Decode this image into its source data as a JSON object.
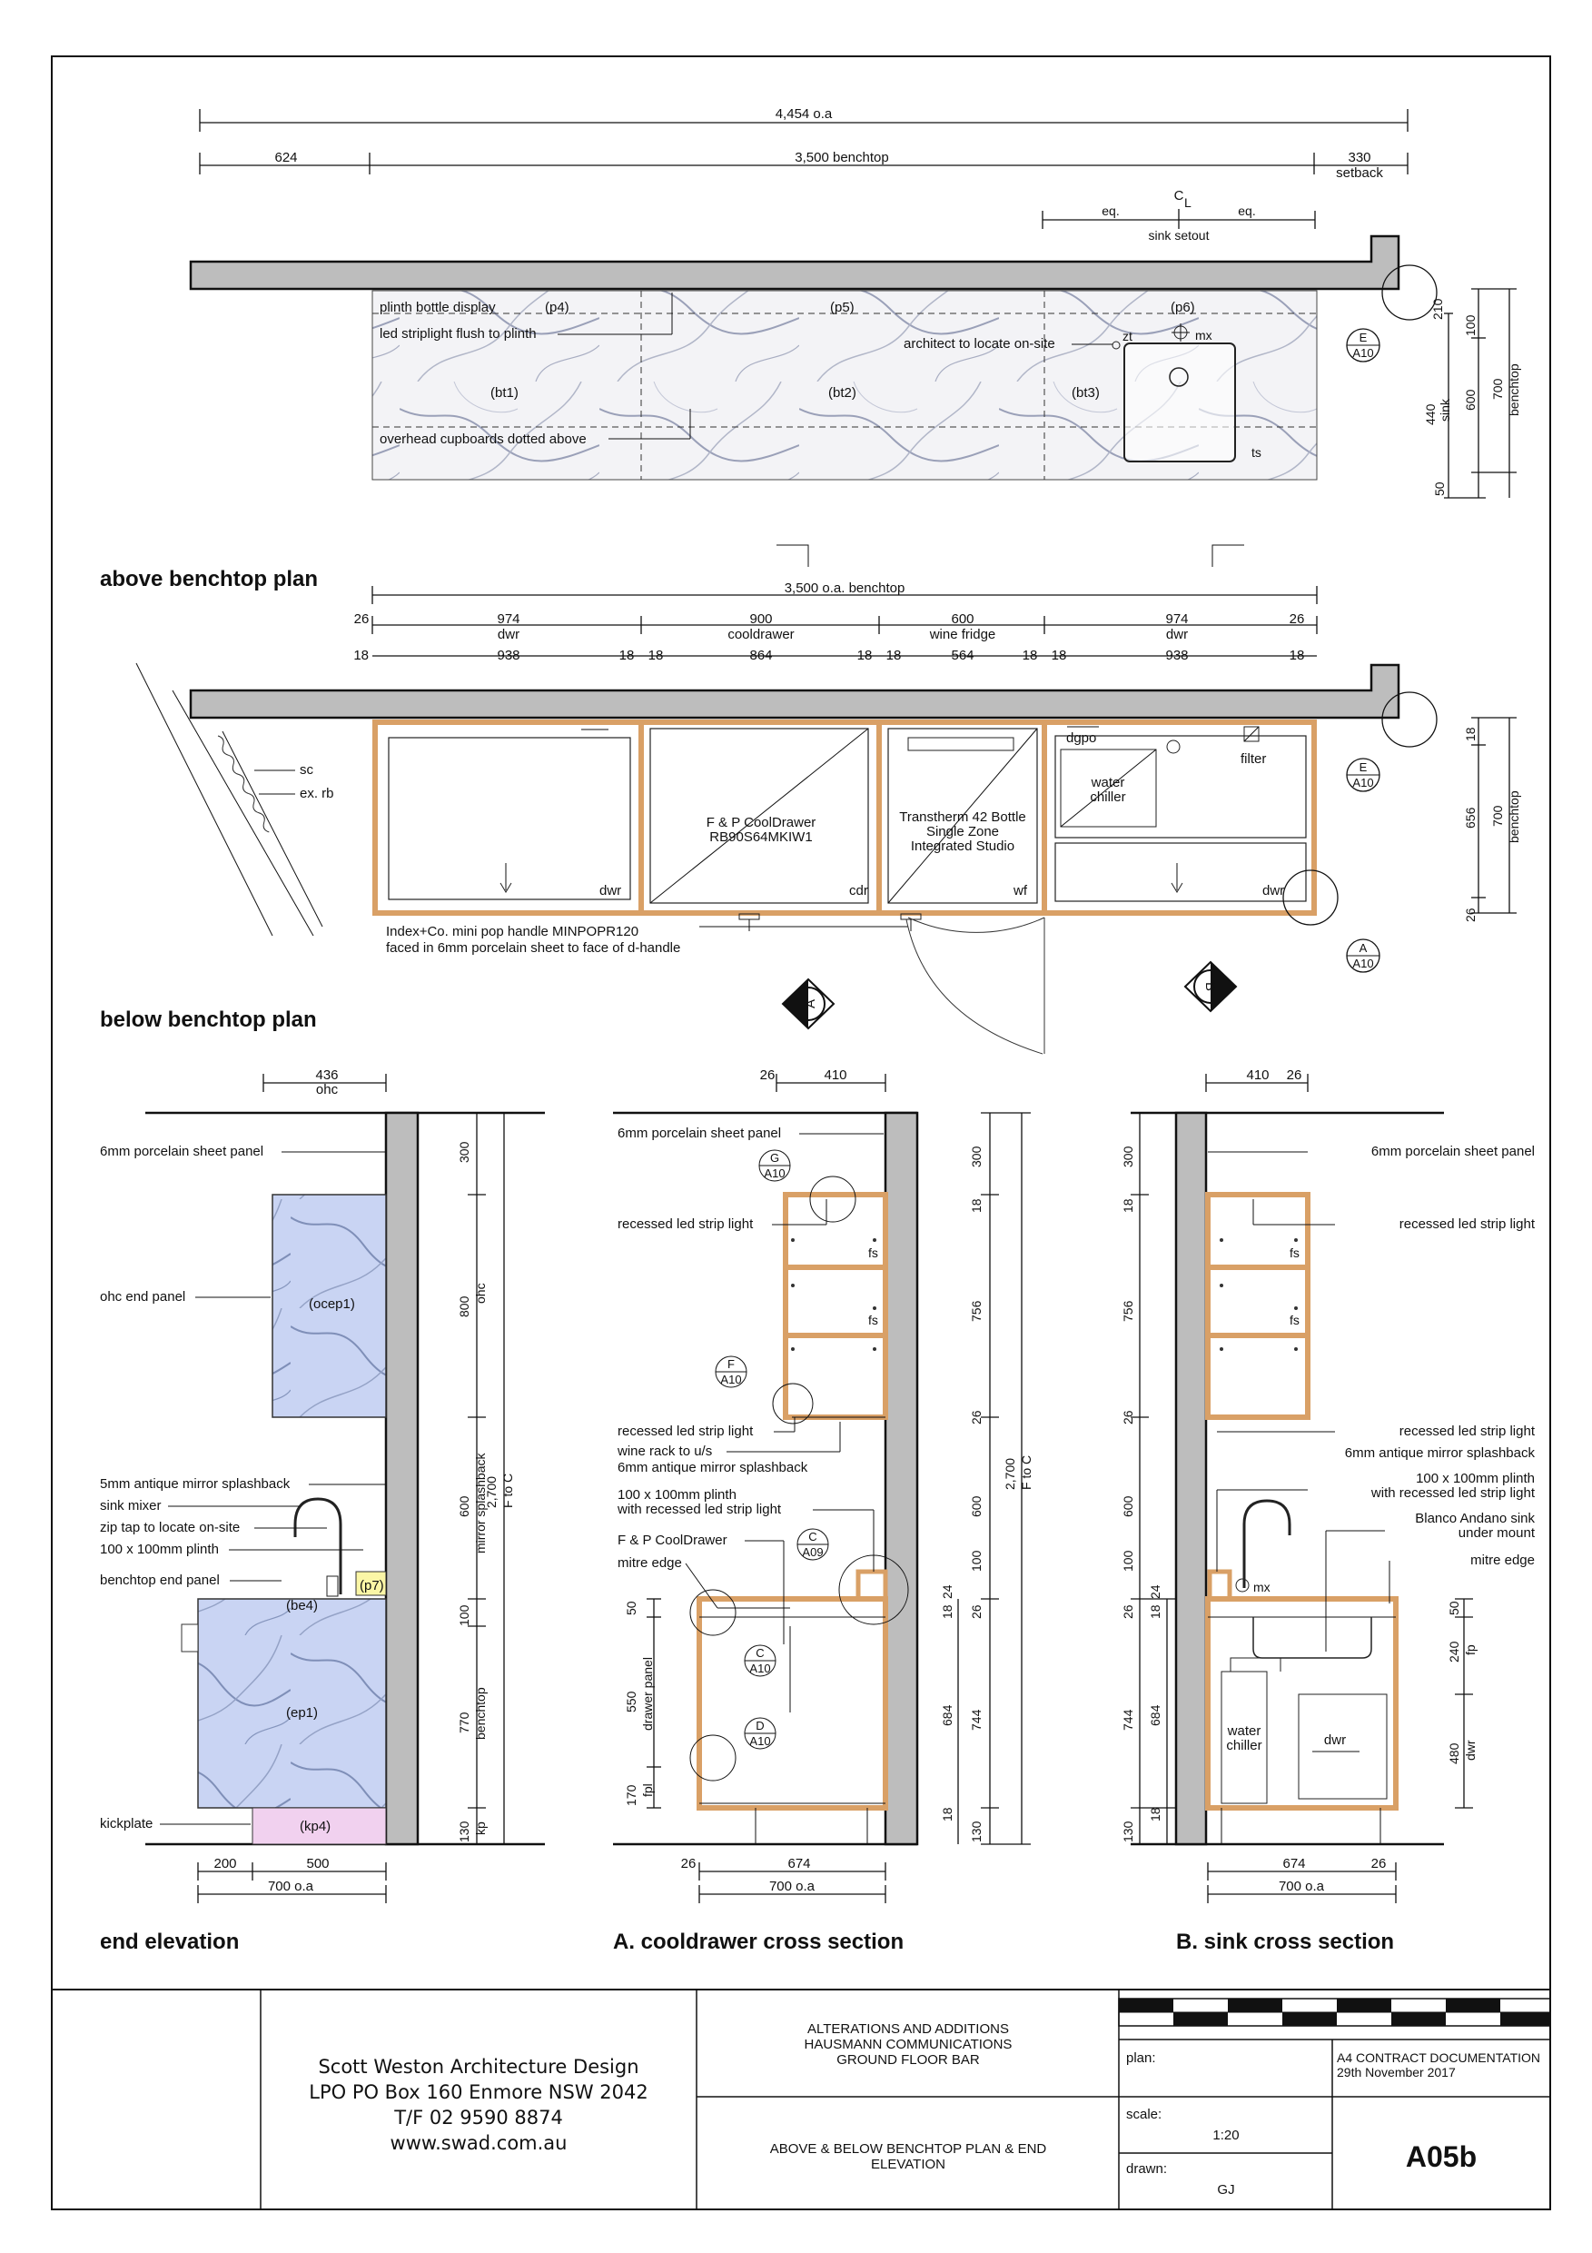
{
  "top_plan": {
    "dim_overall": "4,454 o.a",
    "dim_left": "624",
    "dim_benchtop": "3,500 benchtop",
    "dim_right": "330",
    "dim_setback": "setback",
    "centerline": "C",
    "centerline_sub": "L",
    "eq1": "eq.",
    "eq2": "eq.",
    "sink_setout": "sink setout",
    "note_plinth_display": "plinth bottle display",
    "note_led": "led striplight flush to plinth",
    "note_overhead": "overhead cupboards dotted above",
    "note_architect": "architect to locate on-site",
    "p4": "(p4)",
    "p5": "(p5)",
    "p6": "(p6)",
    "bt1": "(bt1)",
    "bt2": "(bt2)",
    "bt3": "(bt3)",
    "zt": "zt",
    "mx": "mx",
    "ts": "ts",
    "callout_letter": "E",
    "callout_sheet": "A10",
    "v210": "210",
    "v100": "100",
    "v440": "440",
    "v_sink": "sink",
    "v600": "600",
    "v700": "700",
    "v_benchtop": "benchtop",
    "v50": "50",
    "title": "above benchtop plan"
  },
  "below_plan": {
    "dim_overall": "3,500 o.a. benchtop",
    "d26a": "26",
    "d974a": "974",
    "dwr_a": "dwr",
    "d900": "900",
    "cooldrawer": "cooldrawer",
    "d600": "600",
    "wine_fridge": "wine fridge",
    "d974b": "974",
    "dwr_b": "dwr",
    "d26b": "26",
    "d18_1": "18",
    "d938a": "938",
    "d18_2": "18",
    "d18_3": "18",
    "d864": "864",
    "d18_4": "18",
    "d18_5": "18",
    "d564": "564",
    "d18_6": "18",
    "d18_7": "18",
    "d938b": "938",
    "d18_8": "18",
    "sc": "sc",
    "ex_rb": "ex. rb",
    "coold_l1": "F & P CoolDrawer",
    "coold_l2": "RB90S64MKIW1",
    "wf_l1": "Transtherm 42 Bottle",
    "wf_l2": "Single Zone",
    "wf_l3": "Integrated Studio",
    "dgpo": "dgpo",
    "filter": "filter",
    "water": "water",
    "chiller": "chiller",
    "dwr1": "dwr",
    "cdr": "cdr",
    "wf": "wf",
    "dwr2": "dwr",
    "handle_1": "Index+Co. mini pop handle MINPOPR120",
    "handle_2": "faced in 6mm porcelain sheet to face of d-handle",
    "callE": "E",
    "callE_s": "A10",
    "callA": "A",
    "callA_s": "A10",
    "secA": "A",
    "secB": "B",
    "v18": "18",
    "v656": "656",
    "v700": "700",
    "v_benchtop": "benchtop",
    "v26": "26",
    "title": "below benchtop plan"
  },
  "end_elev": {
    "d436": "436",
    "ohc": "ohc",
    "n_porcelain": "6mm porcelain sheet panel",
    "n_ohc_end": "ohc end panel",
    "ocep1": "(ocep1)",
    "n_mirror": "5mm antique mirror splashback",
    "n_sink_mixer": "sink mixer",
    "n_zip": "zip tap to locate on-site",
    "n_plinth": "100 x 100mm plinth",
    "n_bench_end": "benchtop end panel",
    "be4": "(be4)",
    "p7": "(p7)",
    "ep1": "(ep1)",
    "n_kick": "kickplate",
    "kp4": "(kp4)",
    "v300": "300",
    "v800": "800",
    "v_ohc": "ohc",
    "v600": "600",
    "v_mirror": "mirror splashback",
    "v100": "100",
    "v770": "770",
    "v_bench": "benchtop",
    "v130": "130",
    "v_kp": "kp",
    "v2700": "2,700",
    "v_ftoc": "F to C",
    "d200": "200",
    "d500": "500",
    "d700": "700 o.a",
    "title": "end elevation"
  },
  "sec_a": {
    "d26": "26",
    "d410": "410",
    "n_porcelain": "6mm porcelain sheet panel",
    "callG": "G",
    "callG_s": "A10",
    "n_led1": "recessed led strip light",
    "fs1": "fs",
    "fs2": "fs",
    "callF": "F",
    "callF_s": "A10",
    "n_led2": "recessed led strip light",
    "n_wine": "wine rack to u/s",
    "n_mirror": "6mm antique mirror splashback",
    "n_plinth1": "100 x 100mm plinth",
    "n_plinth2": "with recessed led strip light",
    "n_coold": "F & P CoolDrawer",
    "n_mitre": "mitre edge",
    "callC1": "C",
    "callC1_s": "A09",
    "callC2": "C",
    "callC2_s": "A10",
    "callD": "D",
    "callD_s": "A10",
    "v50": "50",
    "v550": "550",
    "v_dp": "drawer panel",
    "v170": "170",
    "v_fpl": "fpl",
    "v300": "300",
    "v18a": "18",
    "v756": "756",
    "v26a": "26",
    "v600": "600",
    "v100": "100",
    "v26b": "26",
    "v744": "744",
    "v130": "130",
    "v18b": "18",
    "v24": "24",
    "v684": "684",
    "v18c": "18",
    "v2700": "2,700",
    "v_ftoc": "F to C",
    "d26b": "26",
    "d674": "674",
    "d700": "700 o.a",
    "title": "A. cooldrawer cross section"
  },
  "sec_b": {
    "d410": "410",
    "d26": "26",
    "n_porcelain": "6mm porcelain sheet panel",
    "n_led1": "recessed led strip light",
    "fs1": "fs",
    "fs2": "fs",
    "n_led2": "recessed led strip light",
    "n_mirror": "6mm antique mirror splashback",
    "n_plinth1": "100 x 100mm plinth",
    "n_plinth2": "with recessed led strip light",
    "n_sink1": "Blanco Andano sink",
    "n_sink2": "under mount",
    "n_mitre": "mitre edge",
    "mx": "mx",
    "water": "water",
    "chiller": "chiller",
    "dwr": "dwr",
    "v300": "300",
    "v18a": "18",
    "v756": "756",
    "v26a": "26",
    "v600": "600",
    "v100": "100",
    "v26b": "26",
    "v744": "744",
    "v130": "130",
    "v18b": "18",
    "v24": "24",
    "v684": "684",
    "v18c": "18",
    "v50": "50",
    "v240": "240",
    "v_fp": "fp",
    "v480": "480",
    "v_dwr": "dwr",
    "d674": "674",
    "d26b": "26",
    "d700": "700 o.a",
    "title": "B. sink cross section"
  },
  "title_block": {
    "firm_1": "Scott Weston Architecture Design",
    "firm_2": "LPO PO Box 160 Enmore NSW 2042",
    "firm_3": "T/F 02 9590 8874",
    "firm_4": "www.swad.com.au",
    "proj_1": "ALTERATIONS AND ADDITIONS",
    "proj_2": "HAUSMANN COMMUNICATIONS",
    "proj_3": "GROUND FLOOR BAR",
    "dwg_1": "ABOVE & BELOW BENCHTOP PLAN & END",
    "dwg_2": "ELEVATION",
    "plan_label": "plan:",
    "scale_label": "scale:",
    "scale_value": "1:20",
    "drawn_label": "drawn:",
    "drawn_value": "GJ",
    "status_1": "A4 CONTRACT DOCUMENTATION",
    "status_2": "29th November 2017",
    "sheet_no": "A05b"
  },
  "colors": {
    "plywood": "#d9a066",
    "wall": "#bdbdbd",
    "marble_blue": "#c9d4f3",
    "kickplate": "#f1d1ef",
    "p7_highlight": "#fbf6a6"
  }
}
